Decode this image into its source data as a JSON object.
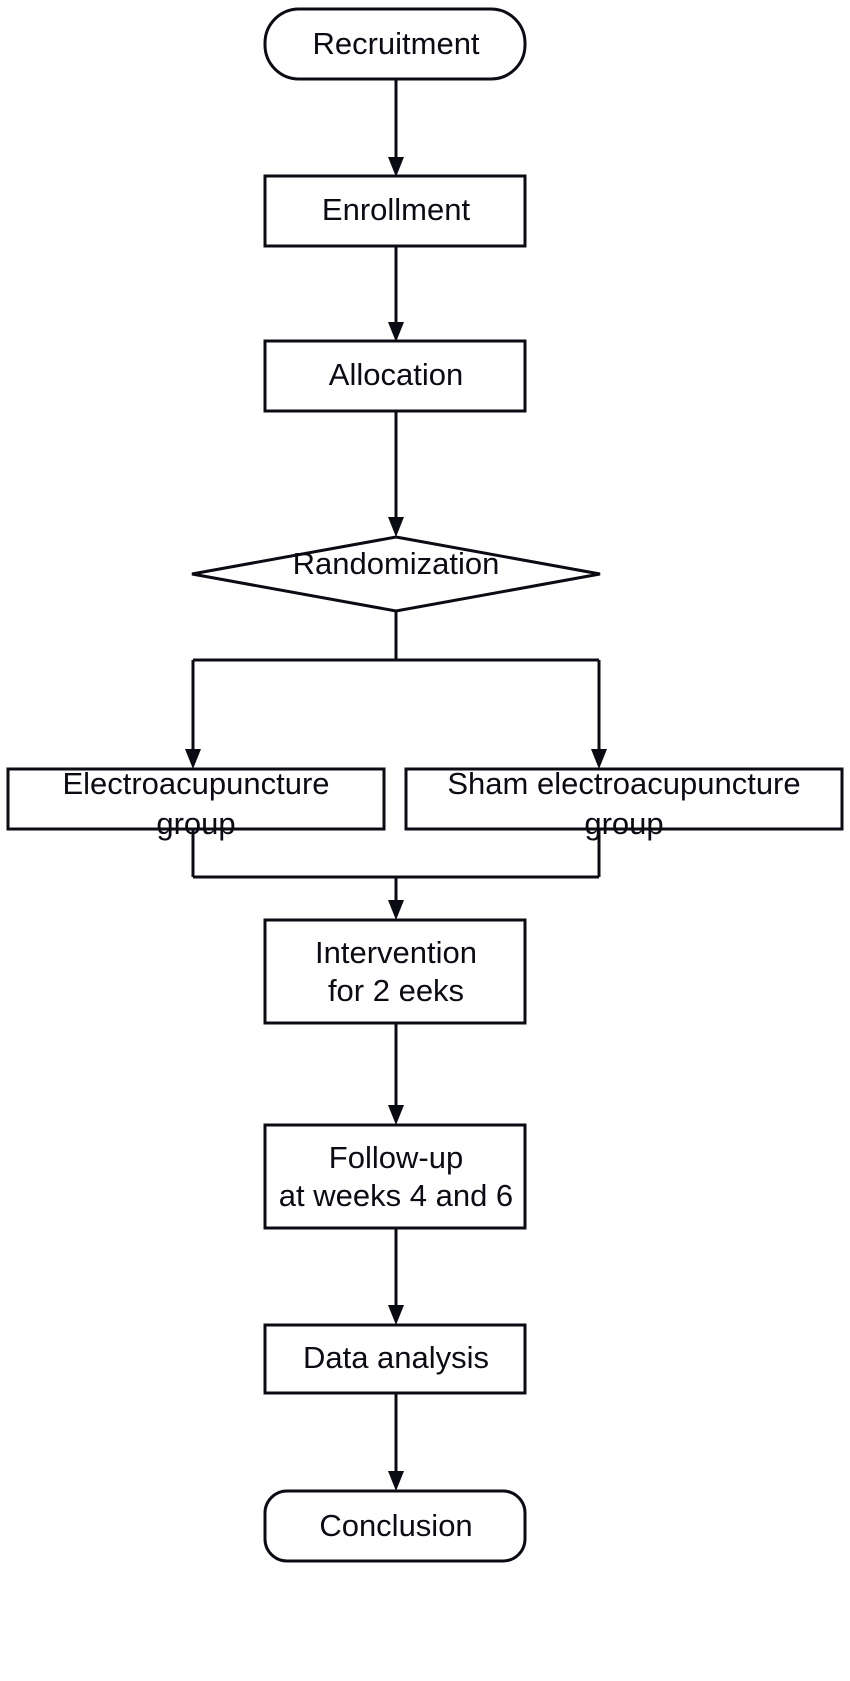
{
  "diagram": {
    "title": "Study flow diagram",
    "type": "flowchart",
    "orientation": "top-to-bottom",
    "background_color": "#ffffff",
    "stroke_color": "#0b0b14",
    "fill_color": "#ffffff",
    "text_color": "#0b0b14"
  },
  "nodes": {
    "recruitment": {
      "label": "Recruitment",
      "shape": "rounded-rectangle"
    },
    "enrollment": {
      "label": "Enrollment",
      "shape": "rectangle"
    },
    "allocation": {
      "label": "Allocation",
      "shape": "rectangle"
    },
    "randomization": {
      "label": "Randomization",
      "shape": "diamond"
    },
    "electroacupuncture_group": {
      "label_line1": "Electroacupuncture",
      "label_line2": "group",
      "shape": "rectangle"
    },
    "sham_group": {
      "label_line1": "Sham electroacupuncture",
      "label_line2": "group",
      "shape": "rectangle"
    },
    "intervention": {
      "label_line1": "Intervention",
      "label_line2": "for 2 eeks",
      "shape": "rectangle"
    },
    "followup": {
      "label_line1": "Follow-up",
      "label_line2": "at weeks 4 and 6",
      "shape": "rectangle"
    },
    "data_analysis": {
      "label": "Data analysis",
      "shape": "rectangle"
    },
    "conclusion": {
      "label": "Conclusion",
      "shape": "rounded-rectangle"
    }
  },
  "edges": [
    {
      "from": "recruitment",
      "to": "enrollment",
      "style": "arrow"
    },
    {
      "from": "enrollment",
      "to": "allocation",
      "style": "arrow"
    },
    {
      "from": "allocation",
      "to": "randomization",
      "style": "arrow"
    },
    {
      "from": "randomization",
      "to": "electroacupuncture_group",
      "style": "branch-arrow"
    },
    {
      "from": "randomization",
      "to": "sham_group",
      "style": "branch-arrow"
    },
    {
      "from": "electroacupuncture_group",
      "to": "intervention",
      "style": "merge-arrow"
    },
    {
      "from": "sham_group",
      "to": "intervention",
      "style": "merge-arrow"
    },
    {
      "from": "intervention",
      "to": "followup",
      "style": "arrow"
    },
    {
      "from": "followup",
      "to": "data_analysis",
      "style": "arrow"
    },
    {
      "from": "data_analysis",
      "to": "conclusion",
      "style": "arrow"
    }
  ]
}
